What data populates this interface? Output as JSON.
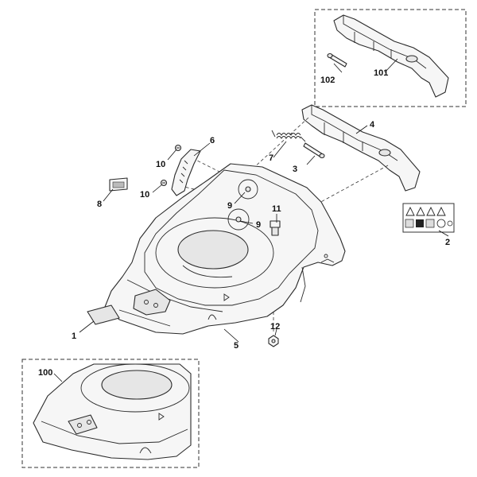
{
  "labels": {
    "p1": "1",
    "p2": "2",
    "p3": "3",
    "p4": "4",
    "p5": "5",
    "p6": "6",
    "p7": "7",
    "p8": "8",
    "p9a": "9",
    "p9b": "9",
    "p10a": "10",
    "p10b": "10",
    "p11": "11",
    "p12": "12",
    "p100": "100",
    "p101": "101",
    "p102": "102"
  }
}
